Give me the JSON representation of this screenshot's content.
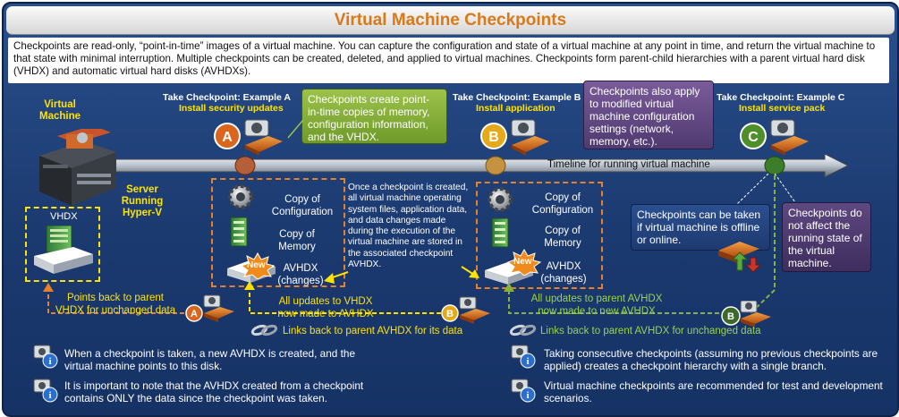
{
  "title": "Virtual Machine Checkpoints",
  "intro": "Checkpoints are read-only, “point-in-time” images of a virtual machine. You can capture the configuration and state of a virtual machine at any point in time, and return the virtual machine to that state with minimal interruption. Multiple checkpoints can be created, deleted, and applied to virtual machines. Checkpoints form parent-child hierarchies with a parent virtual hard disk (VHDX) and automatic virtual hard disks (AVHDXs).",
  "vm_label": "Virtual\nMachine",
  "server_label": "Server\nRunning\nHyper-V",
  "vhdx_label": "VHDX",
  "timeline_label": "Timeline for running virtual machine",
  "checkpoints": [
    {
      "letter": "A",
      "title": "Take Checkpoint: Example A",
      "subtitle": "Install security updates",
      "color": "#d9661c"
    },
    {
      "letter": "B",
      "title": "Take Checkpoint: Example B",
      "subtitle": "Install application",
      "color": "#e6a91a"
    },
    {
      "letter": "C",
      "title": "Take Checkpoint: Example C",
      "subtitle": "Install service pack",
      "color": "#4f8f2a"
    }
  ],
  "callouts": {
    "green": "Checkpoints create point-in-time copies of memory, configuration information, and the VHDX.",
    "purple_top": "Checkpoints also apply to modified virtual machine configuration settings (network, memory, etc.).",
    "blue_mid": "Checkpoints can be taken if virtual machine is offline or online.",
    "purple_right": "Checkpoints do not affect the running state of the virtual machine."
  },
  "box_items": {
    "copy_config": "Copy of\nConfiguration",
    "copy_memory": "Copy of\nMemory",
    "avhdx": "AVHDX\n(changes)",
    "new_badge": "New"
  },
  "middle_text": "Once a checkpoint is created, all virtual machine operating system files, application data, and data changes made during the execution of the virtual machine are stored in the associated checkpoint AVHDX.",
  "arrows": {
    "points_back": "Points back to parent\nVHDX for unchanged data",
    "updates_vhdx": "All updates to VHDX\nnow made to AVHDX",
    "links_back": "Links back to parent AVHDX for its data",
    "updates_avhdx": "All updates to parent AVHDX\nnow made to new AVHDX",
    "links_unchanged": "Links back to parent AVHDX for unchanged data"
  },
  "notes": [
    "When a checkpoint is taken, a new AVHDX is created, and the virtual machine points to this disk.",
    "It is important to note that the AVHDX created from a checkpoint contains ONLY the data since the checkpoint was taken.",
    "Taking consecutive checkpoints (assuming no previous checkpoints are applied) creates a checkpoint hierarchy with a single branch.",
    "Virtual machine checkpoints are recommended for test and development scenarios."
  ],
  "icons": [
    "camera-icon",
    "server-icon",
    "disk-icon",
    "gear-icon",
    "memory-icon",
    "info-icon",
    "chain-icon",
    "up-down-arrows-icon"
  ]
}
